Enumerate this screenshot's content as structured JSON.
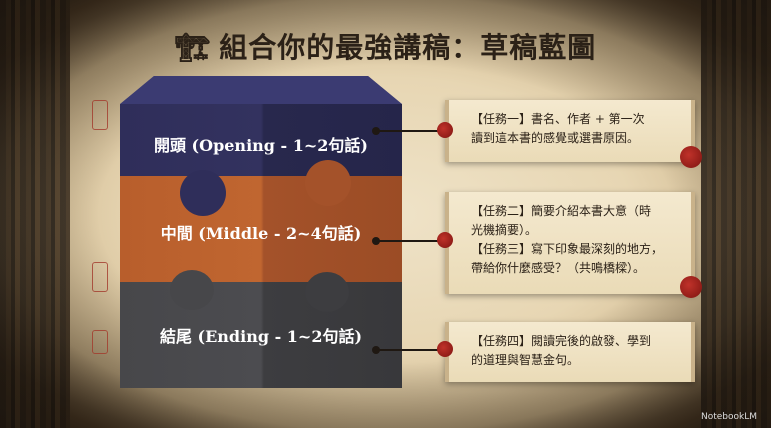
{
  "title": {
    "icon": "crane-icon",
    "icon_glyph": "🏗",
    "text": "組合你的最強講稿：草稿藍圖"
  },
  "blocks": [
    {
      "label": "開頭 (Opening - 1~2句話)",
      "color": "#2f2e5a"
    },
    {
      "label": "中間 (Middle - 2~4句話)",
      "color": "#b85e2c"
    },
    {
      "label": "結尾 (Ending - 1~2句話)",
      "color": "#47474a"
    }
  ],
  "tasks": [
    {
      "lines": [
        "【任務一】書名、作者 + 第一次",
        "讀到這本書的感覺或選書原因。"
      ]
    },
    {
      "lines": [
        "【任務二】簡要介紹本書大意（時",
        "光機摘要）。",
        "【任務三】寫下印象最深刻的地方，",
        "帶給你什麼感受？（共鳴橋樑）。"
      ]
    },
    {
      "lines": [
        "【任務四】閱讀完後的啟發、學到",
        "的道理與智慧金句。"
      ]
    }
  ],
  "watermark": "NotebookLM"
}
